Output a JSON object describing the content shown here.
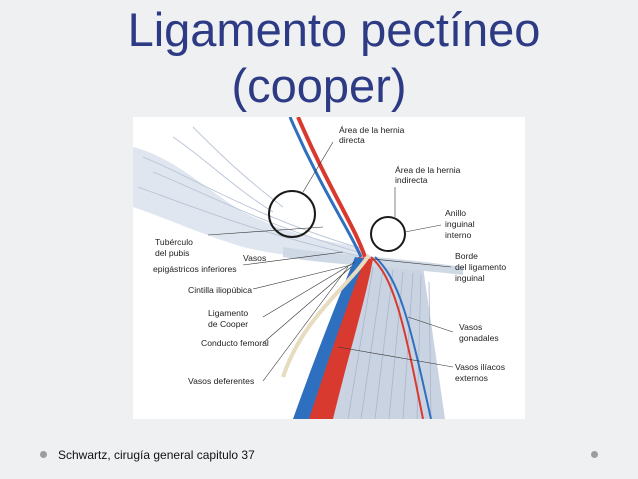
{
  "slide": {
    "title_line1": "Ligamento pectíneo",
    "title_line2": "(cooper)",
    "citation": "Schwartz, cirugía general capitulo 37"
  },
  "diagram": {
    "labels": {
      "hernia_directa_1": "Área de la hernia",
      "hernia_directa_2": "directa",
      "hernia_indirecta_1": "Área de la hernia",
      "hernia_indirecta_2": "indirecta",
      "anillo_1": "Anillo",
      "anillo_2": "inguinal",
      "anillo_3": "interno",
      "tuberculo_1": "Tubérculo",
      "tuberculo_2": "del pubis",
      "vasos_epi_1": "Vasos",
      "vasos_epi_2": "epigástricos inferiores",
      "borde_1": "Borde",
      "borde_2": "del ligamento",
      "borde_3": "inguinal",
      "cintilla": "Cintilla iliopúbica",
      "ligamento_1": "Ligamento",
      "ligamento_2": "de Cooper",
      "gonadales_1": "Vasos",
      "gonadales_2": "gonadales",
      "conducto": "Conducto femoral",
      "iliacos_1": "Vasos ilíacos",
      "iliacos_2": "externos",
      "deferentes": "Vasos deferentes"
    }
  }
}
